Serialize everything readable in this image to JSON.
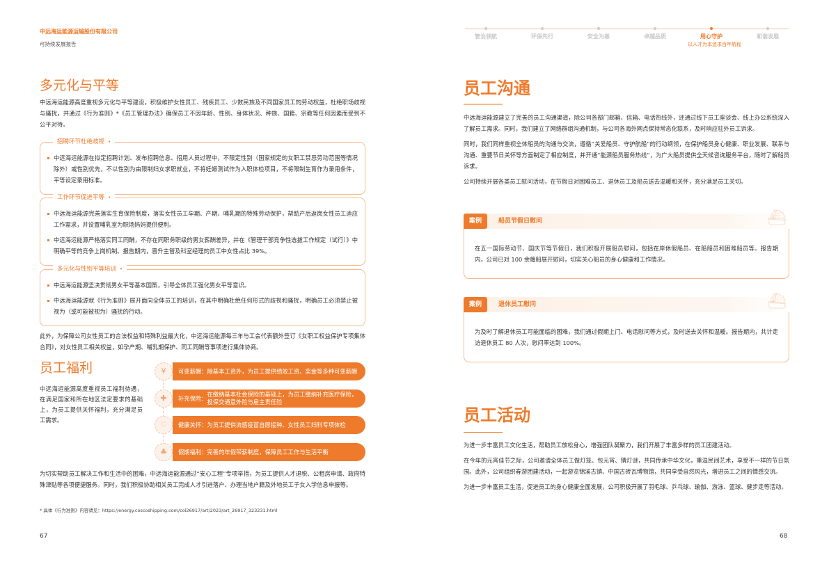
{
  "header": {
    "company": "中远海运能源运输股份有限公司",
    "report": "可持续发展报告",
    "nav": [
      "管治领航",
      "环保先行",
      "安全为基",
      "卓越品质",
      "用心守护",
      "和谐发展"
    ],
    "nav_active": 4,
    "nav_sub": "以人才为本追求百年航程"
  },
  "diversity": {
    "title": "多元化与平等",
    "intro": "中远海运能源高度重视多元化与平等建设，积极维护女性员工、残疾员工、少数民族及不同国家员工的劳动权益，杜绝职场歧视与骚扰，并通过《行为准则》*《员工管理办法》确保员工不因年龄、性别、身体状况、种族、国籍、宗教等任何因素而受到不公平对待。",
    "boxes": [
      {
        "title": "招聘环节杜绝歧视",
        "items": [
          "中远海运能源在拟定招聘计划、发布招聘信息、招用人员过程中，不限定性别（国家规定的女职工禁忌劳动范围等情况除外）或性别优先，不以性别为由限制妇女求职就业，不将妊娠测试作为入职体检项目，不将限制生育作为录用条件，平等设定录用标准。"
        ]
      },
      {
        "title": "工作环节促进平等",
        "items": [
          "中远海运能源完善落实生育保险制度，落实女性员工孕期、产期、哺乳期的特殊劳动保护，帮助产后返岗女性员工适应工作需求，并设置哺乳室为职场妈妈提供便利。",
          "中远海运能源严格落实同工同酬，不存在同职务职级的男女薪酬差异，并在《管理干部竞争性选拔工作规定（试行）》中明确平等的竞争上岗机制。报告期内，晋升主管及科室经理的员工中女性占比 39%。"
        ]
      },
      {
        "title": "多元化与性别平等培训",
        "items": [
          "中远海运能源坚决贯彻男女平等基本国策，引导全体员工强化男女平等意识。",
          "中远海运能源就《行为准则》展开面向全体员工的培训，在其中明确杜绝任何形式的歧视和骚扰，明确员工必须禁止被视为（或可能被视为）骚扰的行动。"
        ]
      }
    ],
    "outro": "此外，为保障公司女性员工的合法权益和特殊利益最大化，中远海运能源每三年与工会代表额外签订《女职工权益保护专项集体合同》，对女性员工相关权益，如孕产期、哺乳期保护、同工同酬等事项进行集体协商。"
  },
  "welfare": {
    "title": "员工福利",
    "intro": "中远海运能源高度重视员工福利待遇，在满足国家和所在地区法定要求的基础上，为员工提供关怀福利，充分满足员工需求。",
    "items": [
      {
        "icon": "yuan-icon",
        "glyph": "¥",
        "key": "可变薪酬：",
        "text": "除基本工资外，为员工提供绩效工资、奖金等多种可变薪酬"
      },
      {
        "icon": "insurance-icon",
        "glyph": "✚",
        "key": "补充保险：",
        "text": "在缴纳基本社会保险的基础上，为员工缴纳补充医疗保险，投保交通意外险与雇主责任险"
      },
      {
        "icon": "heart-icon",
        "glyph": "♡",
        "key": "健康关怀：",
        "text": "为员工提供流感疫苗自愿接种、女性员工妇科专项体检"
      },
      {
        "icon": "tree-icon",
        "glyph": "♣",
        "key": "假期福利：",
        "text": "完善的年假带薪制度，保障员工工作与生活平衡"
      }
    ],
    "outro": "为切实帮助员工解决工作和生活中的困难，中远海运能源通过“安心工程”专项举措，为员工提供人才退税、公租房申请、政府特殊津贴等各项便捷服务。同时，我们积极协助相关员工完成人才引进落户、办理当地户籍及外地员工子女入学信息申报等。",
    "footnote": "* 具体《行为准则》内容请见：https://energy.coscoshipping.com/col26917/art/2023/art_26917_323231.html"
  },
  "communication": {
    "title": "员工沟通",
    "paras": [
      "中远海运能源建立了完善的员工沟通渠道，除公司各部门邮箱、信箱、电话热线外，还通过线下员工座谈会、线上办公系统深入了解员工需求。同时，我们建立了网络群组沟通机制，与公司各海外网点保持常态化联系，及时响应驻外员工诉求。",
      "同时，我们同样重视全体船员的沟通与交流，遵循“关爱船员、守护航船”的行动纲领，在保护船员身心健康、职业发展、联系与沟通、重要节日关怀等方面制定了相应制度，并开通“能源船员服务热线”，为广大船员提供全天候咨询服务平台，随时了解船员诉求。",
      "公司持续开展各类员工慰问活动，在节假日对困难员工、退休员工及船员送去温暖和关怀，充分满足员工关切。"
    ],
    "cases": [
      {
        "tag": "案例",
        "title": "船员节假日慰问",
        "text": "在五一国际劳动节、国庆节等节假日，我们积极开展船员慰问，包括在岸休假船员、在船船员和困难船员等。报告期内，公司已对 100 余艘船展开慰问，切实关心船员的身心健康和工作情况。"
      },
      {
        "tag": "案例",
        "title": "退休员工慰问",
        "text": "为及时了解退休员工可能面临的困难，我们通过假期上门、电话慰问等方式，及时送去关怀和温暖。报告期内，共计走访退休员工 80 人次，慰问率达到 100%。"
      }
    ]
  },
  "activities": {
    "title": "员工活动",
    "paras": [
      "为进一步丰富员工文化生活，帮助员工放松身心，增强团队凝聚力，我们开展了丰富多样的员工团建活动。",
      "在今年的元宵佳节之际，公司邀请全体员工做灯笼、包元宵、猜灯谜，共同传承中华文化，重温民间艺术，享受不一样的节日氛围。此外，公司组织春游团建活动，一起游览锦溪古镇、中国古砖瓦博物馆，共同享受自然风光，增进员工之间的情感交流。",
      "为进一步丰富员工生活，促进员工的身心健康全面发展，公司积极开展了羽毛球、乒乓球、瑜伽、游泳、篮球、健步走等活动。"
    ]
  },
  "pages": {
    "left": "67",
    "right": "68"
  }
}
